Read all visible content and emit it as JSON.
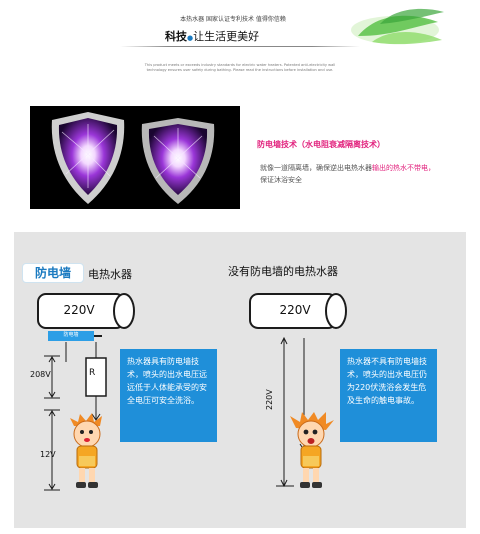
{
  "header": {
    "tagline": "本热水器 国家认证专利技术 值得你信赖",
    "slogan_bold": "科技",
    "slogan_dot": "●",
    "slogan_rest": "让生活更美好",
    "fine_print": "This product meets or exceeds industry standards for electric water heaters. Patented anti-electricity wall technology ensures user safety during bathing. Please read the instructions before installation and use."
  },
  "feature": {
    "title": "防电墙技术（水电阻衰减隔离技术）",
    "desc_line1": "就像一道隔离墙，确保逆出电热水器",
    "desc_highlight": "输出的热水不带电，",
    "desc_line2": "保证沐浴安全"
  },
  "left": {
    "logo_text": "防电墙",
    "title": "电热水器",
    "heater_voltage": "220V",
    "badge_text": "防电墙",
    "drop_voltage": "208V",
    "resistor_label": "R",
    "body_voltage": "12V",
    "info": "热水器具有防电墙技术，喷头的出水电压远远低于人体能承受的安全电压可安全洗浴。"
  },
  "right": {
    "title": "没有防电墙的电热水器",
    "heater_voltage": "220V",
    "body_voltage": "220V",
    "info": "热水器不具有防电墙技术，喷头的出水电压仍为220伏洗浴会发生危及生命的触电事故。"
  },
  "colors": {
    "accent_pink": "#e2237e",
    "info_blue": "#1f8fd9",
    "brand_blue": "#1a7ac0"
  }
}
